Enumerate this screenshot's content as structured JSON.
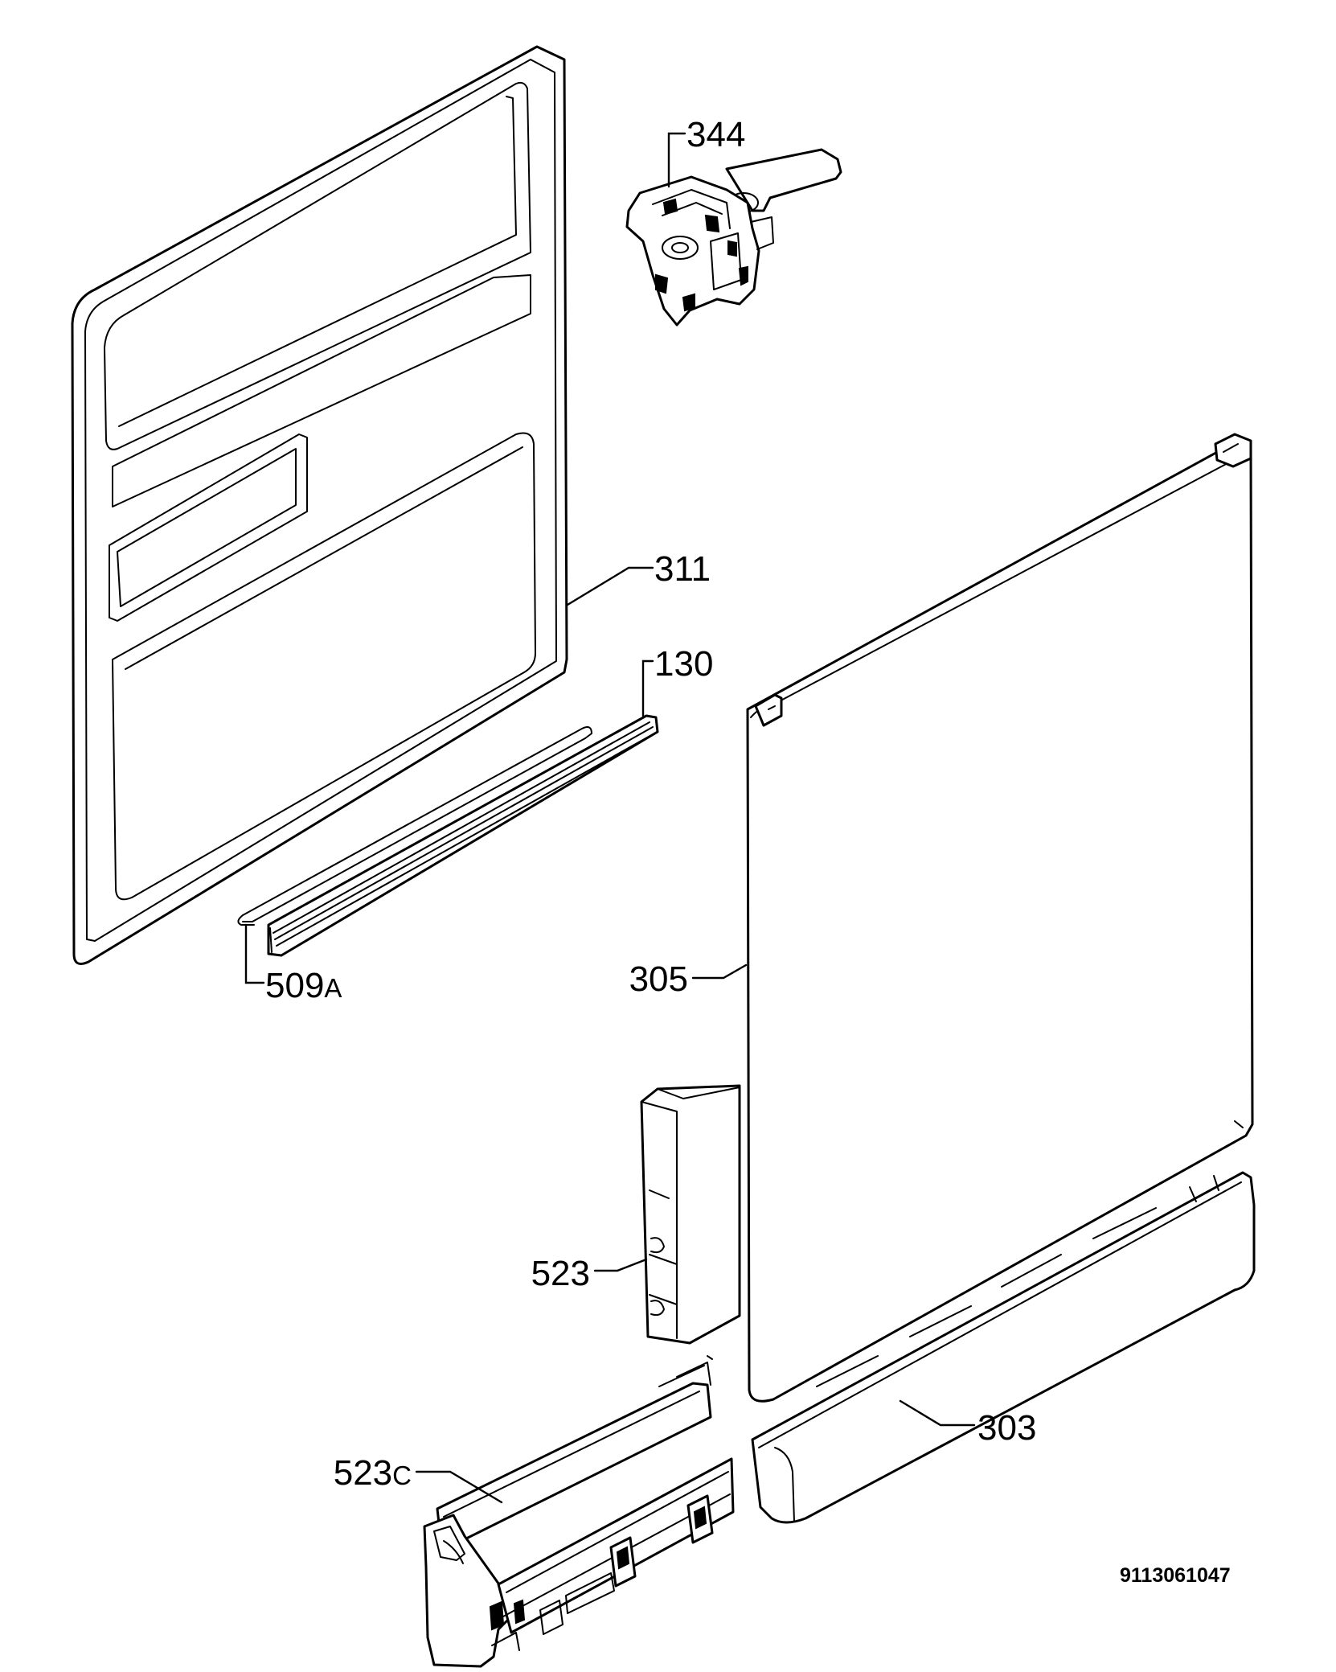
{
  "diagram": {
    "parts": [
      {
        "id": "p344",
        "number": "344",
        "suffix": ""
      },
      {
        "id": "p311",
        "number": "311",
        "suffix": ""
      },
      {
        "id": "p130",
        "number": "130",
        "suffix": ""
      },
      {
        "id": "p509a",
        "number": "509",
        "suffix": "A"
      },
      {
        "id": "p305",
        "number": "305",
        "suffix": ""
      },
      {
        "id": "p523",
        "number": "523",
        "suffix": ""
      },
      {
        "id": "p523c",
        "number": "523",
        "suffix": "C"
      },
      {
        "id": "p303",
        "number": "303",
        "suffix": ""
      }
    ],
    "document_number": "9113061047"
  }
}
